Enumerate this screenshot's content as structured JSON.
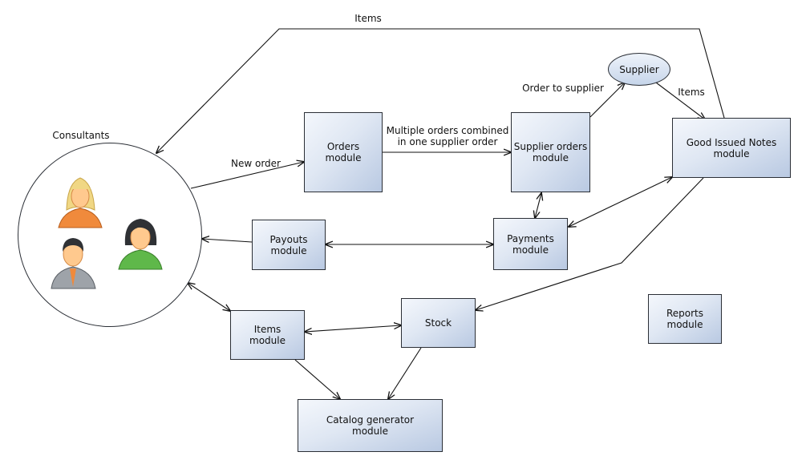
{
  "diagram": {
    "consultants_label": "Consultants",
    "supplier_label": "Supplier",
    "nodes": {
      "orders": "Orders\nmodule",
      "supplier_orders": "Supplier orders\nmodule",
      "good_issued_notes": "Good Issued Notes\nmodule",
      "payouts": "Payouts\nmodule",
      "payments": "Payments\nmodule",
      "items": "Items\nmodule",
      "stock": "Stock",
      "reports": "Reports\nmodule",
      "catalog_generator": "Catalog generator\nmodule"
    },
    "edge_labels": {
      "items_top": "Items",
      "new_order": "New order",
      "multiple_orders": "Multiple orders combined\nin one supplier order",
      "order_to_supplier": "Order to supplier",
      "items_supplier": "Items"
    },
    "colors": {
      "box_light": "#f4f7fc",
      "box_dark": "#b9c9e2",
      "stroke": "#2b2f36",
      "person_orange": "#f08a3c",
      "person_green": "#5fb84a",
      "person_grey": "#9ea3a9"
    }
  }
}
